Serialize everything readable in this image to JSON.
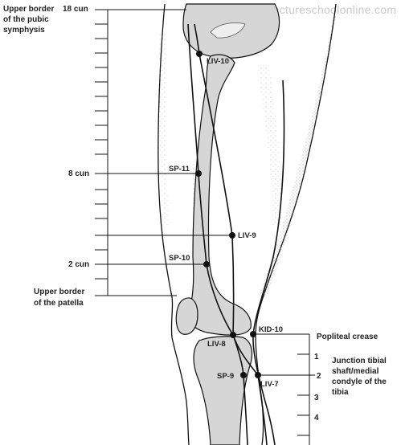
{
  "watermark": "acupunctureschoolonline.com",
  "scale_left": {
    "labels": {
      "upper_border_pubic": [
        "Upper border",
        "of the pubic",
        "symphysis"
      ],
      "cun_18": "18 cun",
      "cun_8": "8 cun",
      "cun_2": "2 cun",
      "upper_border_patella": [
        "Upper border",
        "of the patella"
      ]
    }
  },
  "scale_right": {
    "popliteal_crease": "Popliteal crease",
    "junction": [
      "Junction tibial",
      "shaft/medial",
      "condyle of the",
      "tibia"
    ],
    "ticks": [
      "1",
      "2",
      "3",
      "4"
    ]
  },
  "points": {
    "liv10": "LIV-10",
    "sp11": "SP-11",
    "liv9": "LIV-9",
    "sp10": "SP-10",
    "liv8": "LIV-8",
    "kid10": "KID-10",
    "sp9": "SP-9",
    "liv7": "LIV-7"
  },
  "colors": {
    "bone": "#d6d6d6",
    "line": "#111111",
    "stipple": "#8a8a8a"
  }
}
